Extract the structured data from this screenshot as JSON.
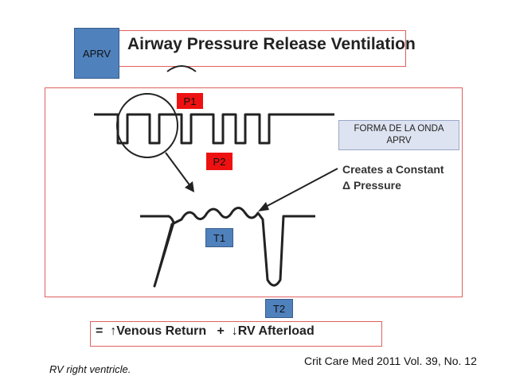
{
  "header": {
    "title": "Airway Pressure Release Ventilation",
    "badge": "APRV"
  },
  "labels": {
    "p1": "P1",
    "p2": "P2",
    "t1": "T1",
    "t2": "T2"
  },
  "callout": {
    "line1": "FORMA DE LA ONDA",
    "line2": "APRV"
  },
  "annotation": {
    "line1": "Creates a Constant",
    "line2": "Δ Pressure"
  },
  "formula": {
    "text": "=  ↑Venous Return   +  ↓RV Afterload"
  },
  "citation": "Crit Care Med 2011 Vol. 39, No. 12",
  "footnote": "RV  right ventricle.",
  "colors": {
    "red": "#ee1111",
    "blue": "#4f81bd",
    "frame": "#e06060"
  }
}
